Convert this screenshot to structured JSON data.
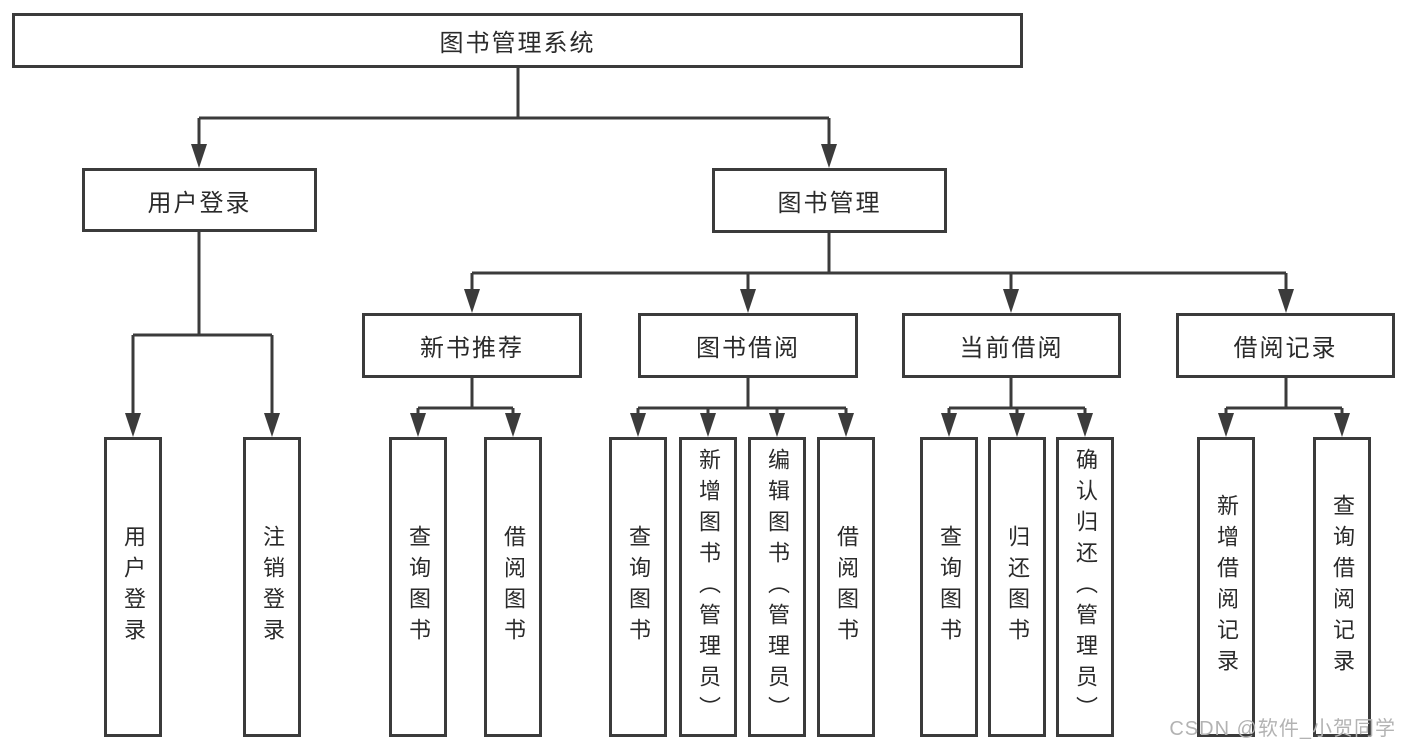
{
  "diagram": {
    "root": {
      "label": "图书管理系统"
    },
    "level2": [
      {
        "label": "用户登录",
        "parent": "图书管理系统"
      },
      {
        "label": "图书管理",
        "parent": "图书管理系统"
      }
    ],
    "level3": [
      {
        "label": "新书推荐",
        "parent": "图书管理"
      },
      {
        "label": "图书借阅",
        "parent": "图书管理"
      },
      {
        "label": "当前借阅",
        "parent": "图书管理"
      },
      {
        "label": "借阅记录",
        "parent": "图书管理"
      }
    ],
    "leaves": [
      {
        "label": "用户登录",
        "parent": "用户登录"
      },
      {
        "label": "注销登录",
        "parent": "用户登录"
      },
      {
        "label": "查询图书",
        "parent": "新书推荐"
      },
      {
        "label": "借阅图书",
        "parent": "新书推荐"
      },
      {
        "label": "查询图书",
        "parent": "图书借阅"
      },
      {
        "label": "新增图书（管理员）",
        "parent": "图书借阅"
      },
      {
        "label": "编辑图书（管理员）",
        "parent": "图书借阅"
      },
      {
        "label": "借阅图书",
        "parent": "图书借阅"
      },
      {
        "label": "查询图书",
        "parent": "当前借阅"
      },
      {
        "label": "归还图书",
        "parent": "当前借阅"
      },
      {
        "label": "确认归还（管理员）",
        "parent": "当前借阅"
      },
      {
        "label": "新增借阅记录",
        "parent": "借阅记录"
      },
      {
        "label": "查询借阅记录",
        "parent": "借阅记录"
      }
    ],
    "watermark": "CSDN @软件_小贺同学",
    "colors": {
      "line": "#3b3b3b",
      "text": "#2a2a2a",
      "background": "#ffffff",
      "watermark": "#b3b3b3"
    }
  }
}
